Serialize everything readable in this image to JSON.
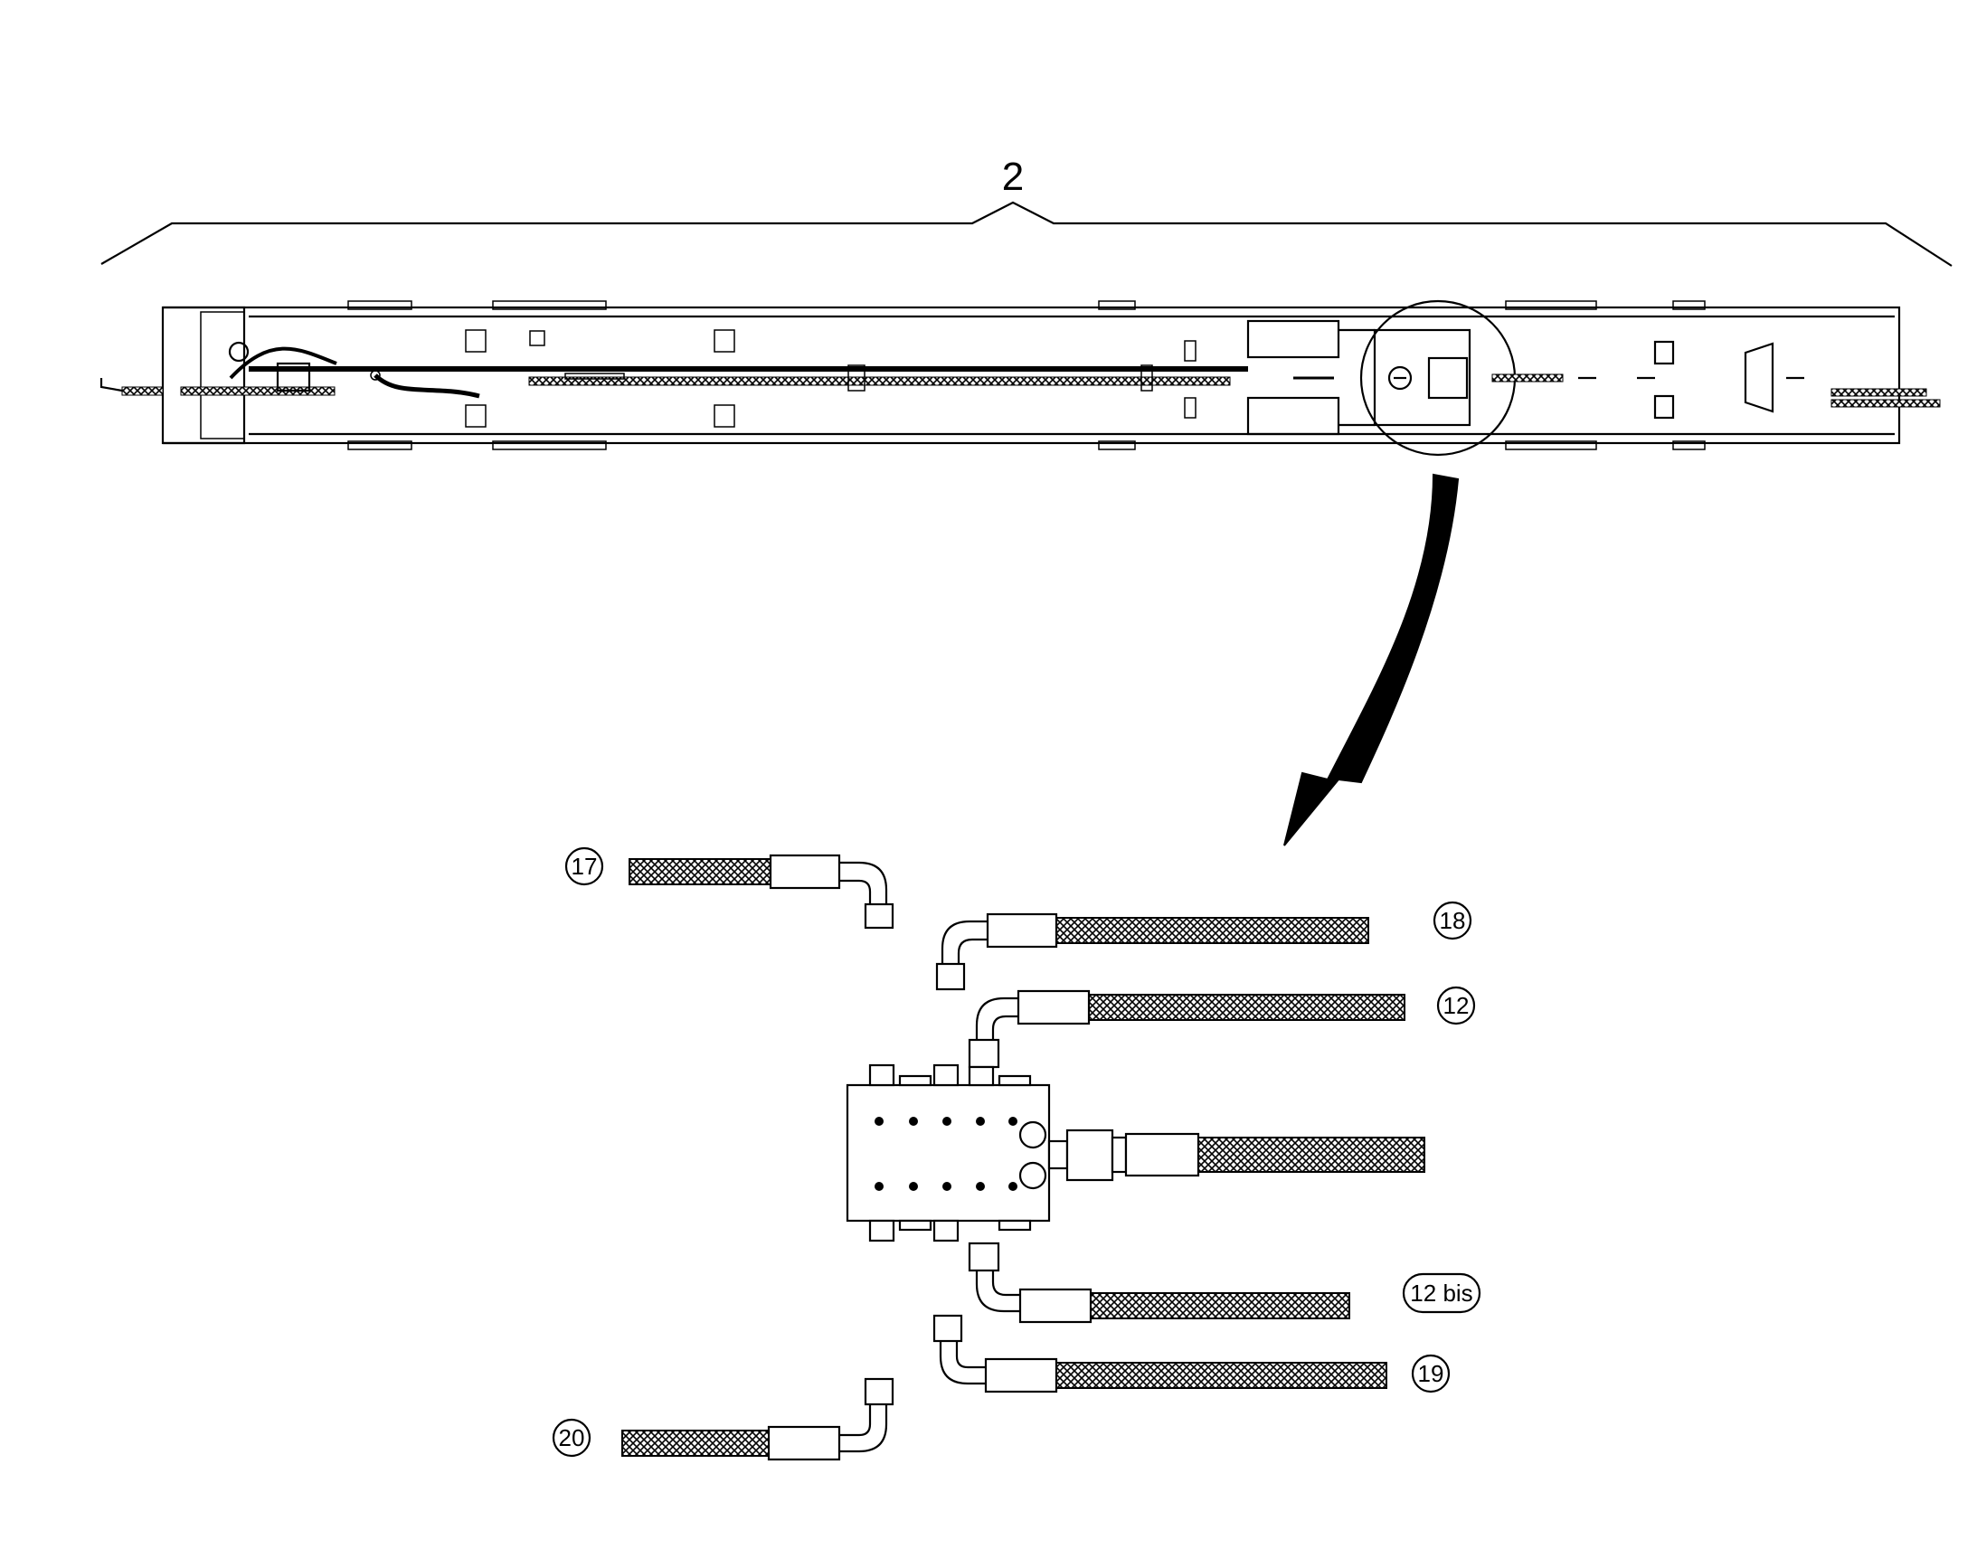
{
  "assembly": {
    "label": "2"
  },
  "callouts": [
    {
      "id": "17",
      "text": "17"
    },
    {
      "id": "18",
      "text": "18"
    },
    {
      "id": "12",
      "text": "12"
    },
    {
      "id": "12bis",
      "text": "12 bis"
    },
    {
      "id": "19",
      "text": "19"
    },
    {
      "id": "20",
      "text": "20"
    }
  ]
}
